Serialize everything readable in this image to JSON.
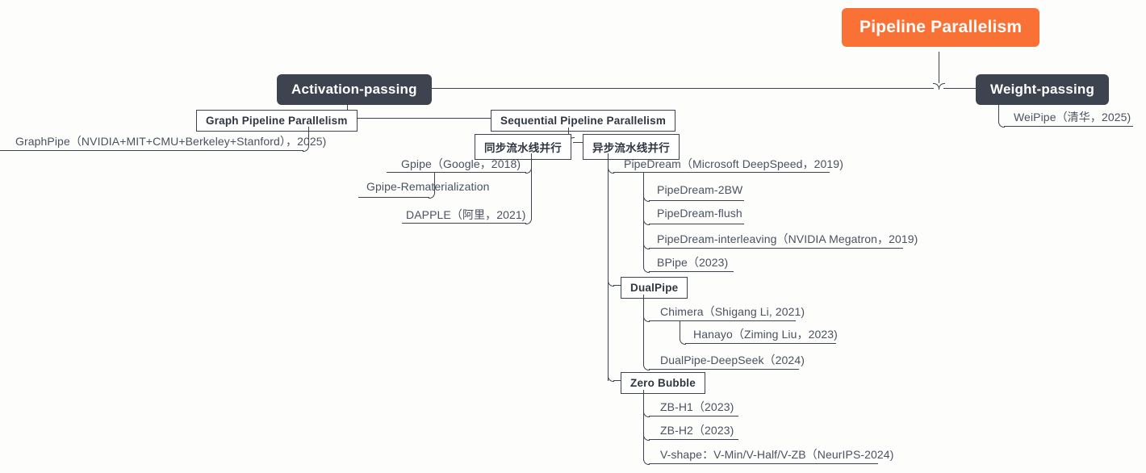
{
  "diagram": {
    "title": "Pipeline Parallelism",
    "type": "mind-map",
    "background": "#fdfdfc",
    "colors": {
      "root_fill": "#f97134",
      "root_text": "#ffffff",
      "level2_fill": "#3d4450",
      "level2_text": "#ffffff",
      "level3_fill": "#ffffff",
      "level3_text": "#2f3640",
      "leaf_text": "#4a5160",
      "connector": "#3d4450"
    }
  },
  "root": {
    "label": "Pipeline Parallelism"
  },
  "branches": {
    "activation_passing": {
      "label": "Activation-passing"
    },
    "weight_passing": {
      "label": "Weight-passing"
    }
  },
  "groups": {
    "graph_pp": {
      "label": "Graph Pipeline Parallelism"
    },
    "sequential_pp": {
      "label": "Sequential Pipeline Parallelism"
    },
    "sync_pp": {
      "label": "同步流水线并行"
    },
    "async_pp": {
      "label": "异步流水线并行"
    },
    "dualpipe": {
      "label": "DualPipe"
    },
    "zero_bubble": {
      "label": "Zero Bubble"
    }
  },
  "leaves": {
    "graphpipe": "GraphPipe（NVIDIA+MIT+CMU+Berkeley+Stanford），2025)",
    "weipipe": "WeiPipe（清华，2025)",
    "gpipe": "Gpipe（Google，2018)",
    "gpipe_remat": "Gpipe-Rematerialization",
    "dapple": "DAPPLE（阿里，2021)",
    "pipedream": "PipeDream（Microsoft DeepSpeed，2019)",
    "pipedream_2bw": "PipeDream-2BW",
    "pipedream_flush": "PipeDream-flush",
    "pipedream_interleaving": "PipeDream-interleaving（NVIDIA Megatron，2019)",
    "bpipe": "BPipe（2023)",
    "chimera": "Chimera（Shigang Li, 2021)",
    "hanayo": "Hanayo（Ziming Liu，2023)",
    "dualpipe_deepseek": "DualPipe-DeepSeek（2024)",
    "zb_h1": "ZB-H1（2023)",
    "zb_h2": "ZB-H2（2023)",
    "v_shape": "V-shape：V-Min/V-Half/V-ZB（NeurIPS-2024)"
  }
}
